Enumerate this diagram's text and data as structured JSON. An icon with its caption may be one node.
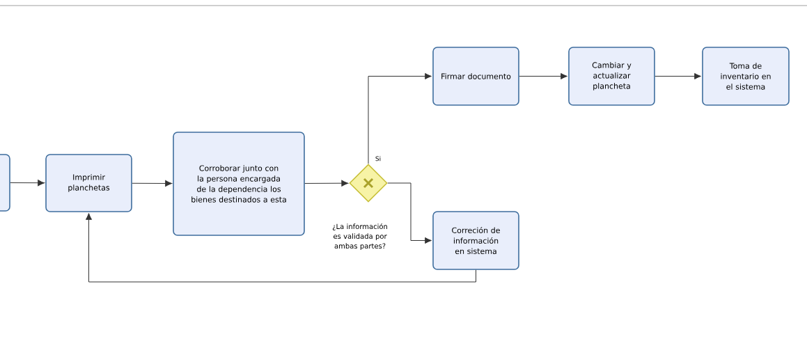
{
  "diagram": {
    "nodes": [
      {
        "text": [],
        "shape": "box"
      },
      {
        "text": [
          "Imprimir planchetas"
        ]
      },
      {
        "text": [
          "Corroborar junto con la persona encargada de la dependencia los bienes destinados a esta"
        ]
      },
      {
        "text": [],
        "shape": "diamond",
        "beside": [
          "¿La información es validada por ambas partes?"
        ]
      },
      {
        "text": [
          "Firmar documento"
        ]
      },
      {
        "text": [
          "Cambiar y actualizar plancheta"
        ]
      },
      {
        "text": [
          "Toma de inventario en el sistema"
        ]
      },
      {
        "text": [
          "Correción de información en sistema"
        ]
      }
    ],
    "edges": [
      {
        "from": 0,
        "to": 1,
        "arrow": "to"
      },
      {
        "from": 1,
        "to": 2,
        "arrow": "to"
      },
      {
        "from": 2,
        "to": 3,
        "arrow": "to"
      },
      {
        "from": 3,
        "to": 4,
        "arrow": "to",
        "label": "Si"
      },
      {
        "from": 3,
        "to": 7,
        "arrow": "to"
      },
      {
        "from": 4,
        "to": 5,
        "arrow": "to"
      },
      {
        "from": 5,
        "to": 6,
        "arrow": "to"
      },
      {
        "from": 7,
        "to": 1,
        "arrow": "to"
      }
    ]
  }
}
